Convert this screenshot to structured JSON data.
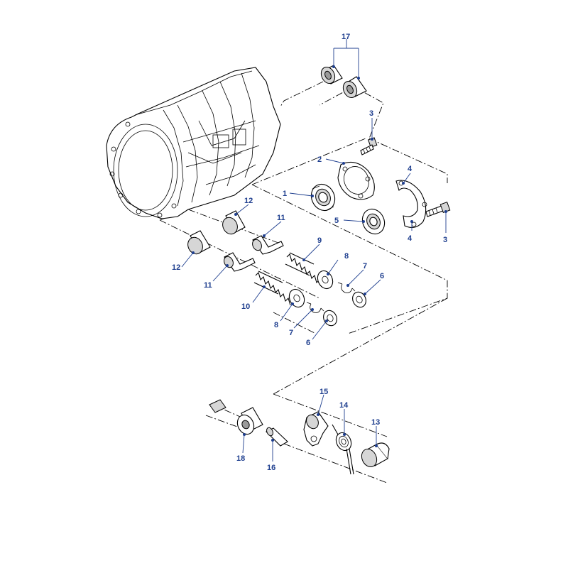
{
  "callouts": {
    "c1": "1",
    "c2": "2",
    "c3a": "3",
    "c3b": "3",
    "c4a": "4",
    "c4b": "4",
    "c5": "5",
    "c6a": "6",
    "c6b": "6",
    "c7a": "7",
    "c7b": "7",
    "c8a": "8",
    "c8b": "8",
    "c9": "9",
    "c10": "10",
    "c11a": "11",
    "c11b": "11",
    "c12a": "12",
    "c12b": "12",
    "c13": "13",
    "c14": "14",
    "c15": "15",
    "c16": "16",
    "c17": "17",
    "c18": "18"
  },
  "colors": {
    "callout": "#1f3f8f",
    "line": "#000000",
    "background": "#ffffff"
  }
}
